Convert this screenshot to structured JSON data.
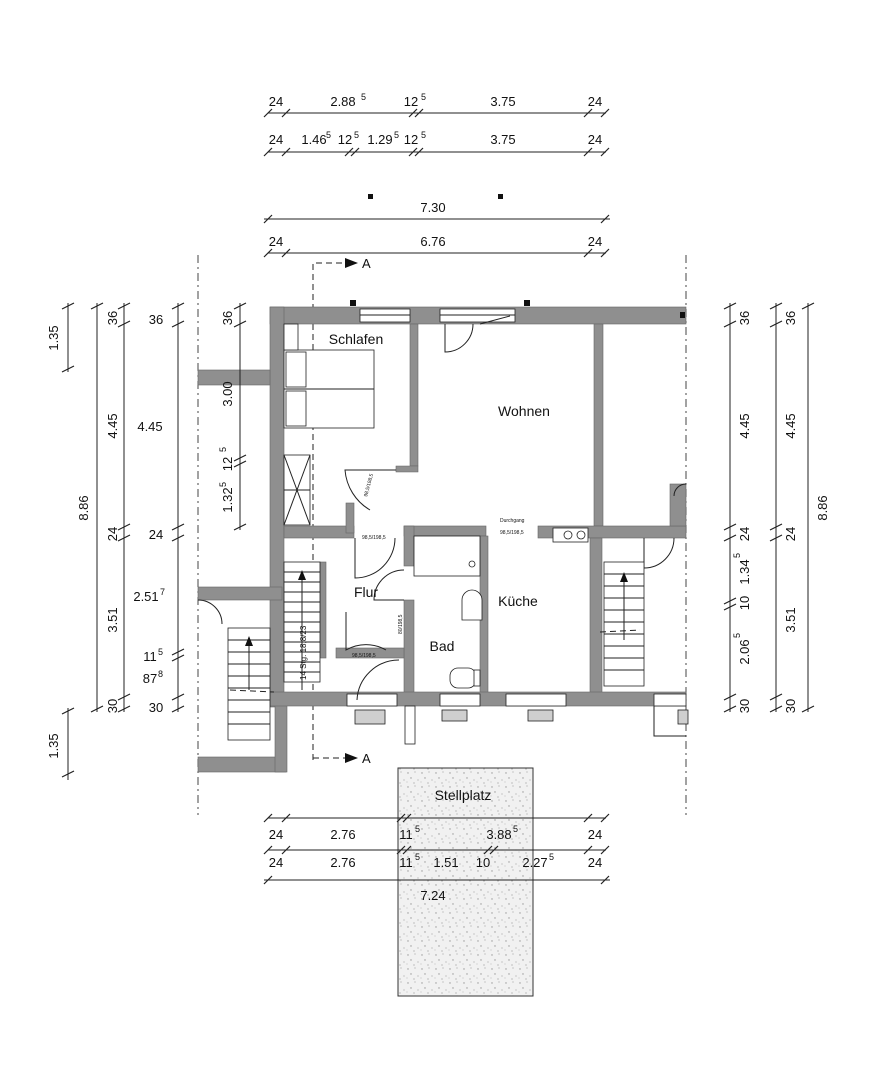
{
  "rooms": {
    "schlafen": "Schlafen",
    "wohnen": "Wohnen",
    "flur": "Flur",
    "kueche": "Küche",
    "bad": "Bad",
    "stellplatz": "Stellplatz"
  },
  "annotations": {
    "stair": "14 Stg. 18,8/23",
    "door_schlafen": "98,5/198,5",
    "door_flur": "98,5/198,5",
    "door_bad_side": "80/198,5",
    "door_wc": "98,5/198,5",
    "door_kueche": "98,5/198,5",
    "durchgang": "Durchgang"
  },
  "section": {
    "mark_top": "A",
    "mark_bottom": "A"
  },
  "dims_top": {
    "row1": {
      "a": "24",
      "b": "2.88",
      "b_sup": "5",
      "c": "12",
      "c_sup": "5",
      "d": "3.75",
      "e": "24"
    },
    "row2": {
      "a": "24",
      "b": "1.46",
      "b_sup": "5",
      "c": "12",
      "c_sup": "5",
      "d": "1.29",
      "d_sup": "5",
      "e": "12",
      "e_sup": "5",
      "f": "3.75",
      "g": "24"
    },
    "overall": "7.30",
    "row4": {
      "a": "24",
      "b": "6.76",
      "c": "24"
    }
  },
  "dims_bottom": {
    "row1": {
      "a": "24",
      "b": "2.76",
      "c": "11",
      "c_sup": "5",
      "d": "3.88",
      "d_sup": "5",
      "e": "24"
    },
    "row2": {
      "a": "24",
      "b": "2.76",
      "c": "11",
      "c_sup": "5",
      "d": "1.51",
      "e": "10",
      "f": "2.27",
      "f_sup": "5",
      "g": "24"
    },
    "overall": "7.24"
  },
  "dims_left": {
    "outer_top": "1.35",
    "outer_bottom": "1.35",
    "total": "8.86",
    "c2": {
      "a": "36",
      "b": "4.45",
      "c": "24",
      "d": "3.51",
      "e": "30"
    },
    "c3": {
      "a": "36",
      "b": "4.45",
      "c": "24",
      "d": "2.51",
      "d_sup": "7",
      "e": "11",
      "e_sup": "5",
      "f": "87",
      "f_sup": "8",
      "g": "30"
    },
    "c4": {
      "a": "36",
      "b": "3.00",
      "c": "12",
      "c_sup": "5",
      "d": "1.32",
      "d_sup": "5"
    }
  },
  "dims_right": {
    "c1": {
      "a": "36",
      "b": "4.45",
      "c": "24",
      "d": "1.34",
      "d_sup": "5",
      "e": "10",
      "f": "2.06",
      "f_sup": "5",
      "g": "30"
    },
    "c2": {
      "a": "36",
      "b": "4.45",
      "c": "24",
      "d": "3.51",
      "e": "30"
    },
    "total": "8.86"
  }
}
